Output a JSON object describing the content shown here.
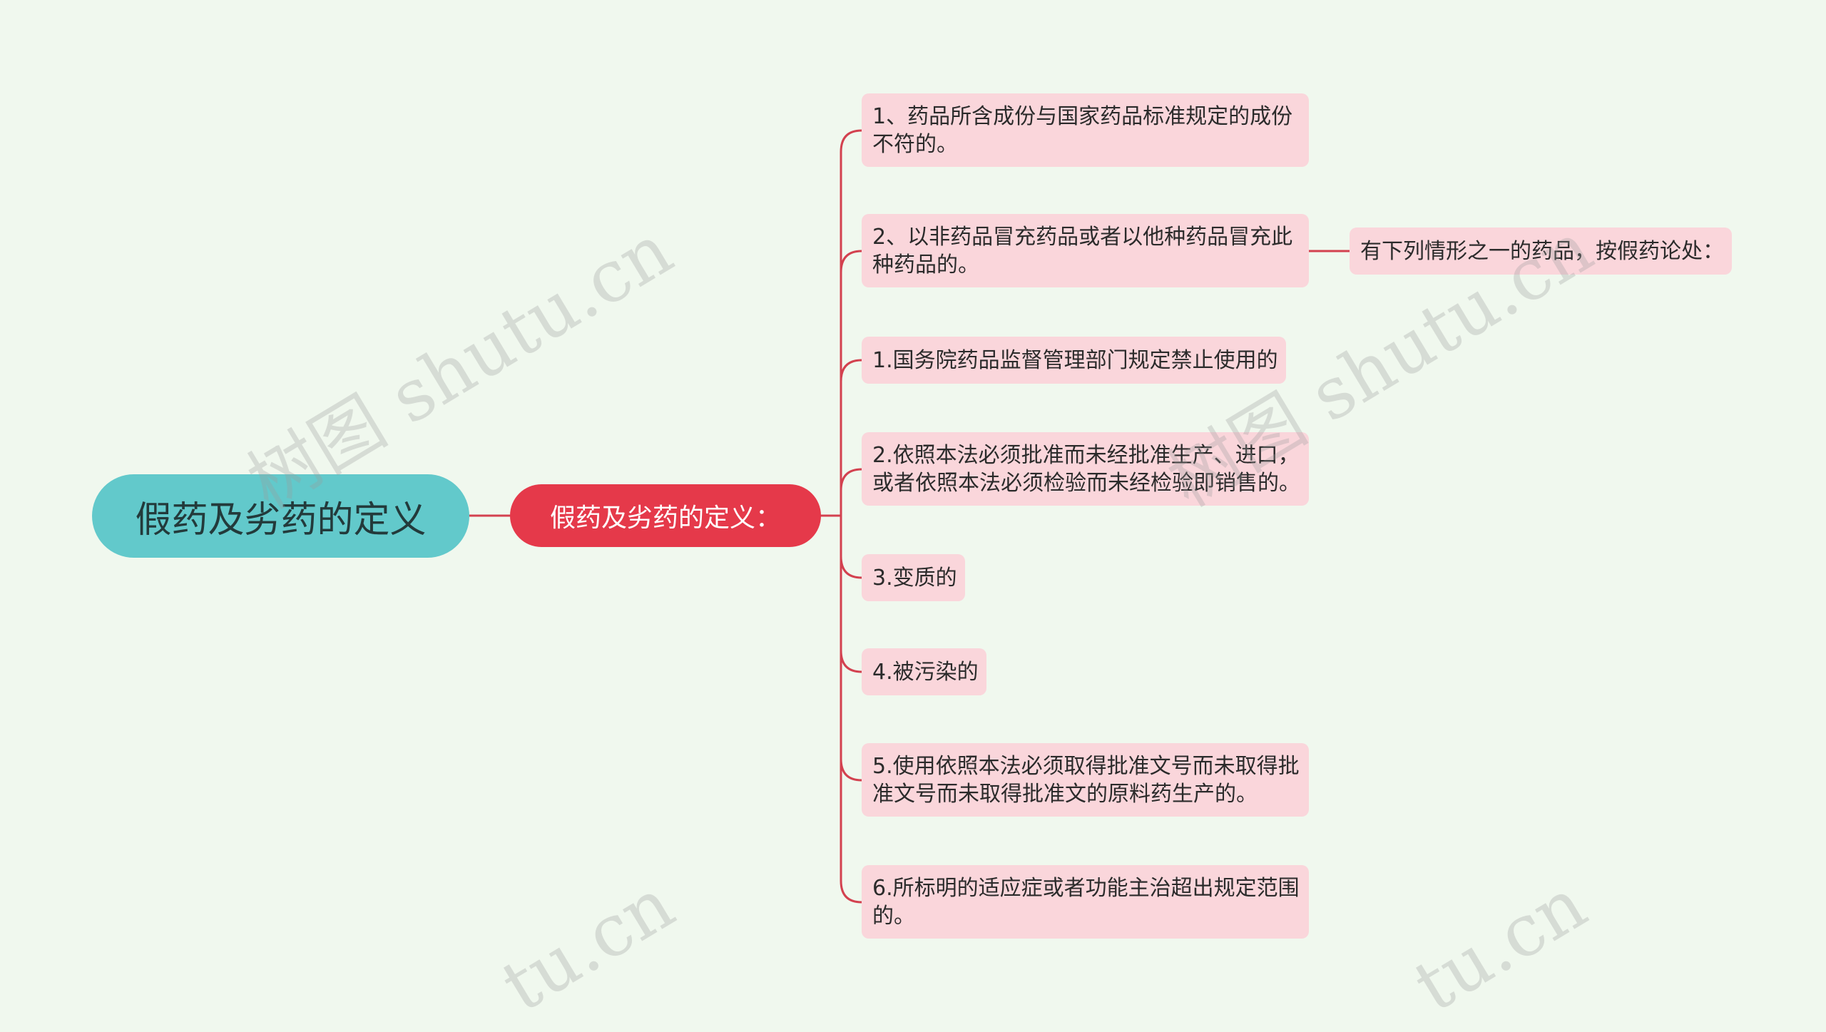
{
  "colors": {
    "background": "#f0f8ee",
    "root_fill": "#62c9cb",
    "root_text": "#233a3b",
    "branch_fill": "#e5394a",
    "branch_text": "#ffffff",
    "leaf_fill": "#fad6db",
    "leaf_text": "#2b2b2b",
    "connector": "#d3414f",
    "watermark": "#9a9a9a"
  },
  "root": {
    "label": "假药及劣药的定义"
  },
  "branch": {
    "label": "假药及劣药的定义："
  },
  "leaves": [
    {
      "label": "1、药品所含成份与国家药品标准规定的成份不符的。"
    },
    {
      "label": "2、以非药品冒充药品或者以他种药品冒充此种药品的。",
      "child": {
        "label": "有下列情形之一的药品，按假药论处："
      }
    },
    {
      "label": "1.国务院药品监督管理部门规定禁止使用的"
    },
    {
      "label": "2.依照本法必须批准而未经批准生产、进口，或者依照本法必须检验而未经检验即销售的。"
    },
    {
      "label": "3.变质的"
    },
    {
      "label": "4.被污染的"
    },
    {
      "label": "5.使用依照本法必须取得批准文号而未取得批准文号而未取得批准文的原料药生产的。"
    },
    {
      "label": "6.所标明的适应症或者功能主治超出规定范围的。"
    }
  ],
  "watermark": {
    "text": "树图 shutu.cn",
    "fragment": "tu.cn"
  }
}
